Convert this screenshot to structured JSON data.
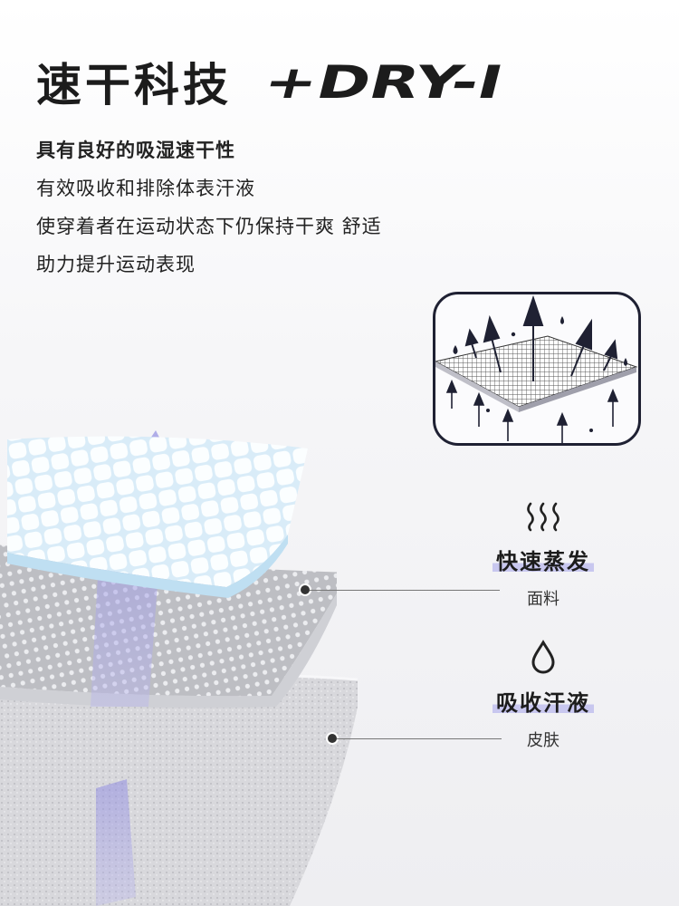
{
  "title": "速干科技",
  "brand_logo_text": "+DRY-I",
  "description": [
    "具有良好的吸湿速干性",
    "有效吸收和排除体表汗液",
    "使穿着者在运动状态下仍保持干爽 舒适",
    "助力提升运动表现"
  ],
  "features": [
    {
      "icon": "heat-waves-icon",
      "title": "快速蒸发",
      "label": "面料"
    },
    {
      "icon": "water-drop-icon",
      "title": "吸收汗液",
      "label": "皮肤"
    }
  ],
  "colors": {
    "accent": "#c8c7ef",
    "dark": "#1f2133",
    "arrow_purple": "#8d89e0",
    "layer_blue": "#e2f1fb"
  }
}
